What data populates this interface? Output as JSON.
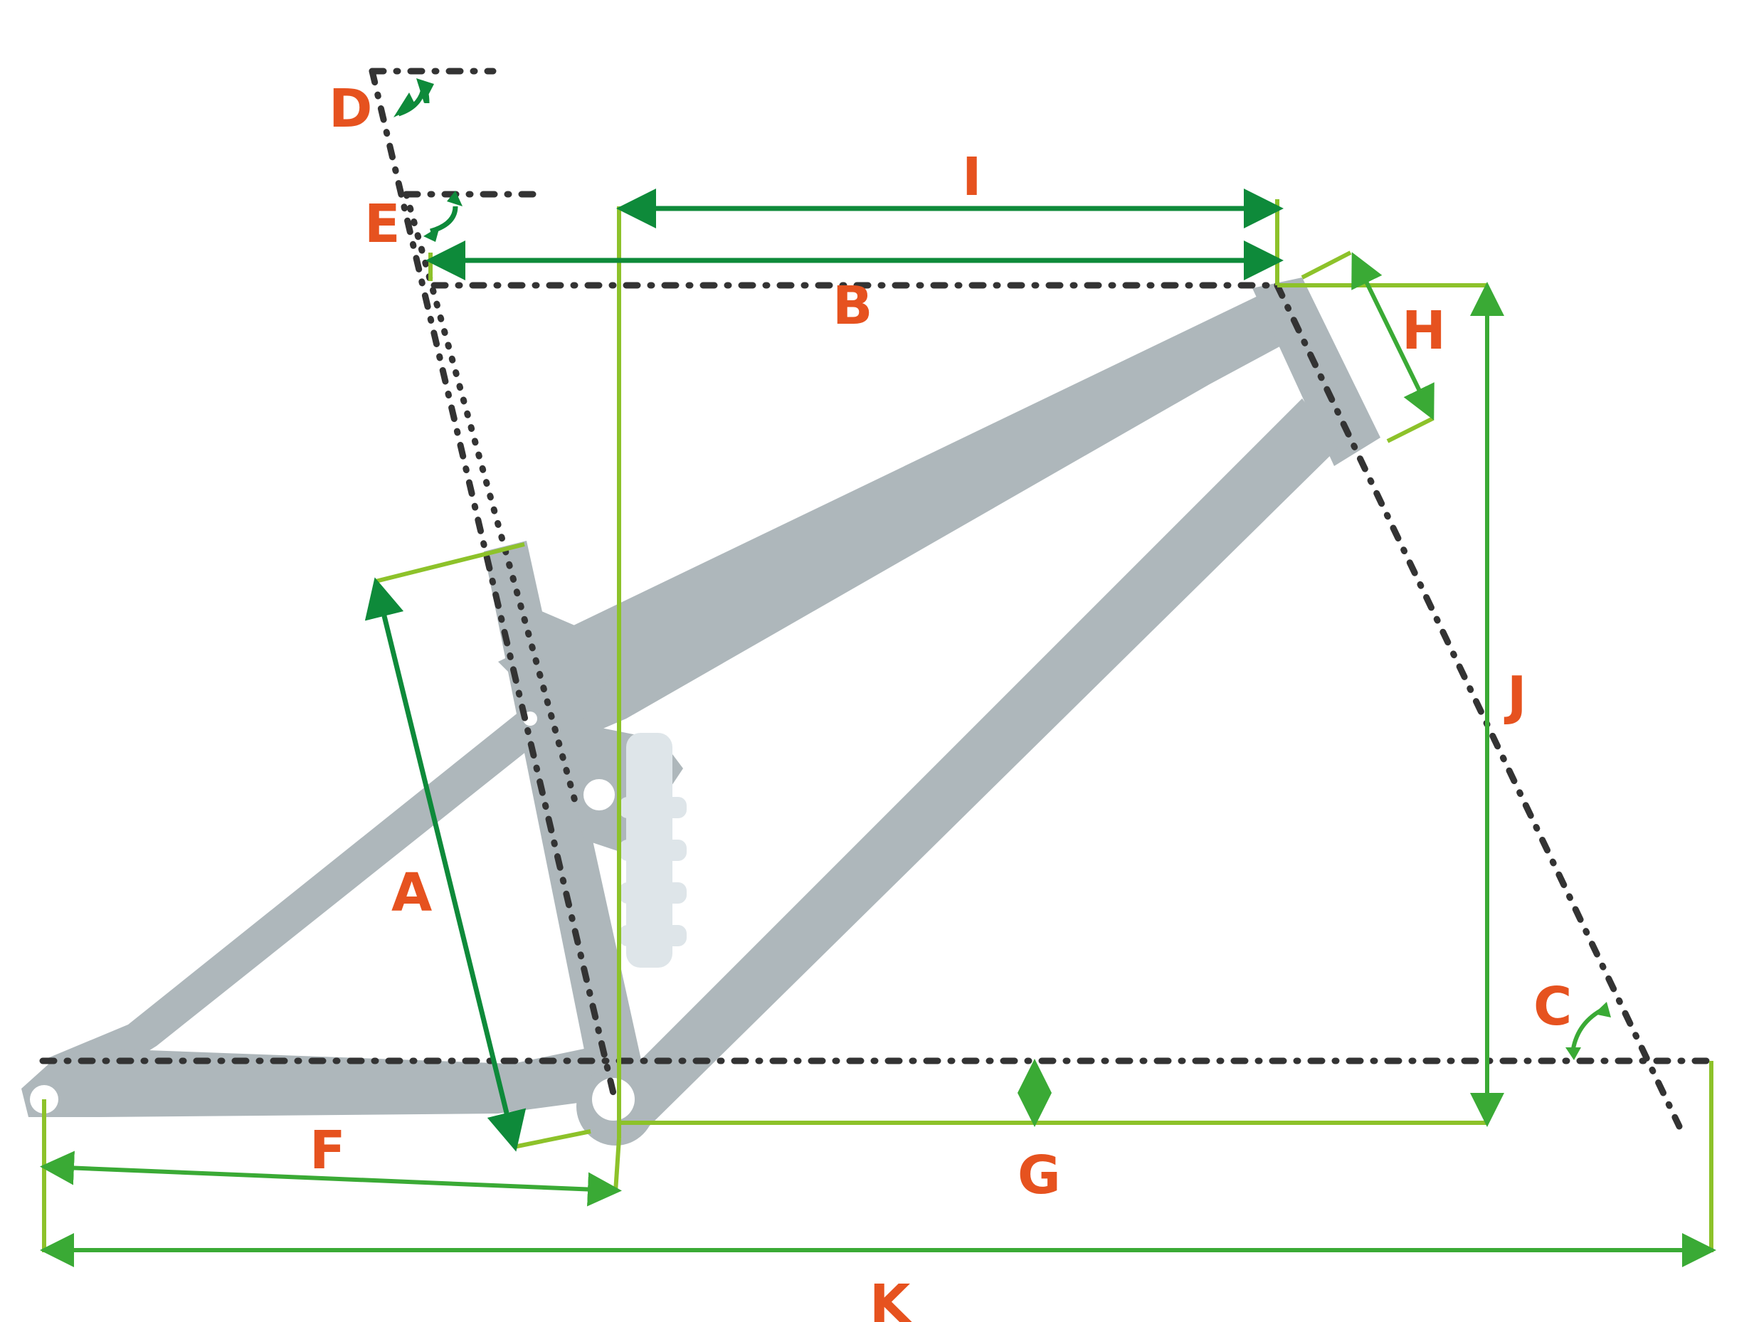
{
  "diagram": {
    "title": "Bike frame geometry diagram",
    "colors": {
      "label": "#E6521F",
      "frame": "#AEB7BB",
      "shock": "#DEE5E9",
      "reference_line": "#333333",
      "dimension_dark": "#0E8A3A",
      "dimension_mid": "#3AAA35",
      "extension_line": "#8DC22A"
    },
    "labels": {
      "A": "A",
      "B": "B",
      "C": "C",
      "D": "D",
      "E": "E",
      "F": "F",
      "G": "G",
      "H": "H",
      "I": "I",
      "J": "J",
      "K": "K"
    }
  }
}
